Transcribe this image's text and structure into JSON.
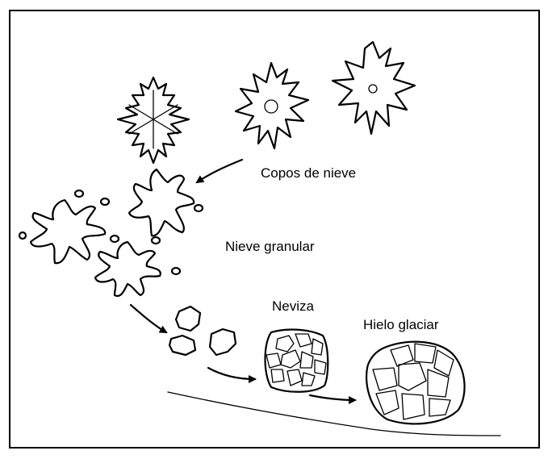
{
  "labels": {
    "snowflakes": "Copos de nieve",
    "granular_snow": "Nieve granular",
    "firn": "Neviza",
    "glacier_ice": "Hielo glaciar"
  },
  "colors": {
    "ink": "#000000",
    "background": "#ffffff"
  }
}
